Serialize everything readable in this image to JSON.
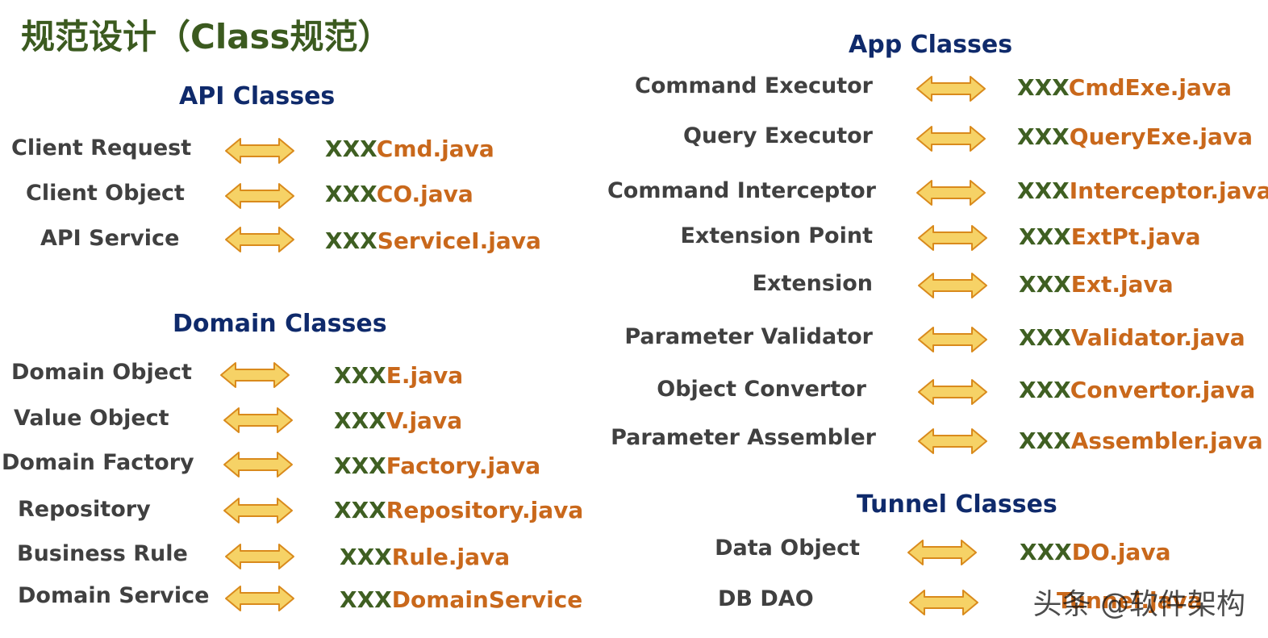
{
  "title": "规范设计（Class规范）",
  "colors": {
    "title": "#3b5a1f",
    "section": "#0f2a6b",
    "term": "#404040",
    "prefix": "#3f5f22",
    "suffix": "#c9681b",
    "arrow_fill": "#f6d266",
    "arrow_stroke": "#d98a1c"
  },
  "sections": {
    "api": {
      "title": "API Classes",
      "rows": [
        {
          "term": "Client Request",
          "prefix": "XXX",
          "suffix": "Cmd.java"
        },
        {
          "term": "Client Object",
          "prefix": "XXX",
          "suffix": "CO.java"
        },
        {
          "term": "API Service",
          "prefix": "XXX",
          "suffix": "ServiceI.java"
        }
      ]
    },
    "domain": {
      "title": "Domain Classes",
      "rows": [
        {
          "term": "Domain Object",
          "prefix": "XXX",
          "suffix": "E.java"
        },
        {
          "term": "Value Object",
          "prefix": "XXX",
          "suffix": "V.java"
        },
        {
          "term": "Domain Factory",
          "prefix": "XXX",
          "suffix": "Factory.java"
        },
        {
          "term": "Repository",
          "prefix": "XXX",
          "suffix": "Repository.java"
        },
        {
          "term": "Business Rule",
          "prefix": "XXX",
          "suffix": "Rule.java"
        },
        {
          "term": "Domain Service",
          "prefix": "XXX",
          "suffix": "DomainService"
        }
      ]
    },
    "app": {
      "title": "App Classes",
      "rows": [
        {
          "term": "Command Executor",
          "prefix": "XXX",
          "suffix": "CmdExe.java"
        },
        {
          "term": "Query Executor",
          "prefix": "XXX",
          "suffix": "QueryExe.java"
        },
        {
          "term": "Command Interceptor",
          "prefix": "XXX",
          "suffix": "Interceptor.java"
        },
        {
          "term": "Extension Point",
          "prefix": "XXX",
          "suffix": "ExtPt.java"
        },
        {
          "term": "Extension",
          "prefix": "XXX",
          "suffix": "Ext.java"
        },
        {
          "term": "Parameter Validator",
          "prefix": "XXX",
          "suffix": "Validator.java"
        },
        {
          "term": "Object Convertor",
          "prefix": "XXX",
          "suffix": "Convertor.java"
        },
        {
          "term": "Parameter Assembler",
          "prefix": "XXX",
          "suffix": "Assembler.java"
        }
      ]
    },
    "tunnel": {
      "title": "Tunnel Classes",
      "rows": [
        {
          "term": "Data Object",
          "prefix": "XXX",
          "suffix": "DO.java"
        },
        {
          "term": "DB DAO",
          "prefix": "",
          "suffix": "Tunnel.java"
        }
      ]
    }
  },
  "watermark": "头条 @软件架构"
}
